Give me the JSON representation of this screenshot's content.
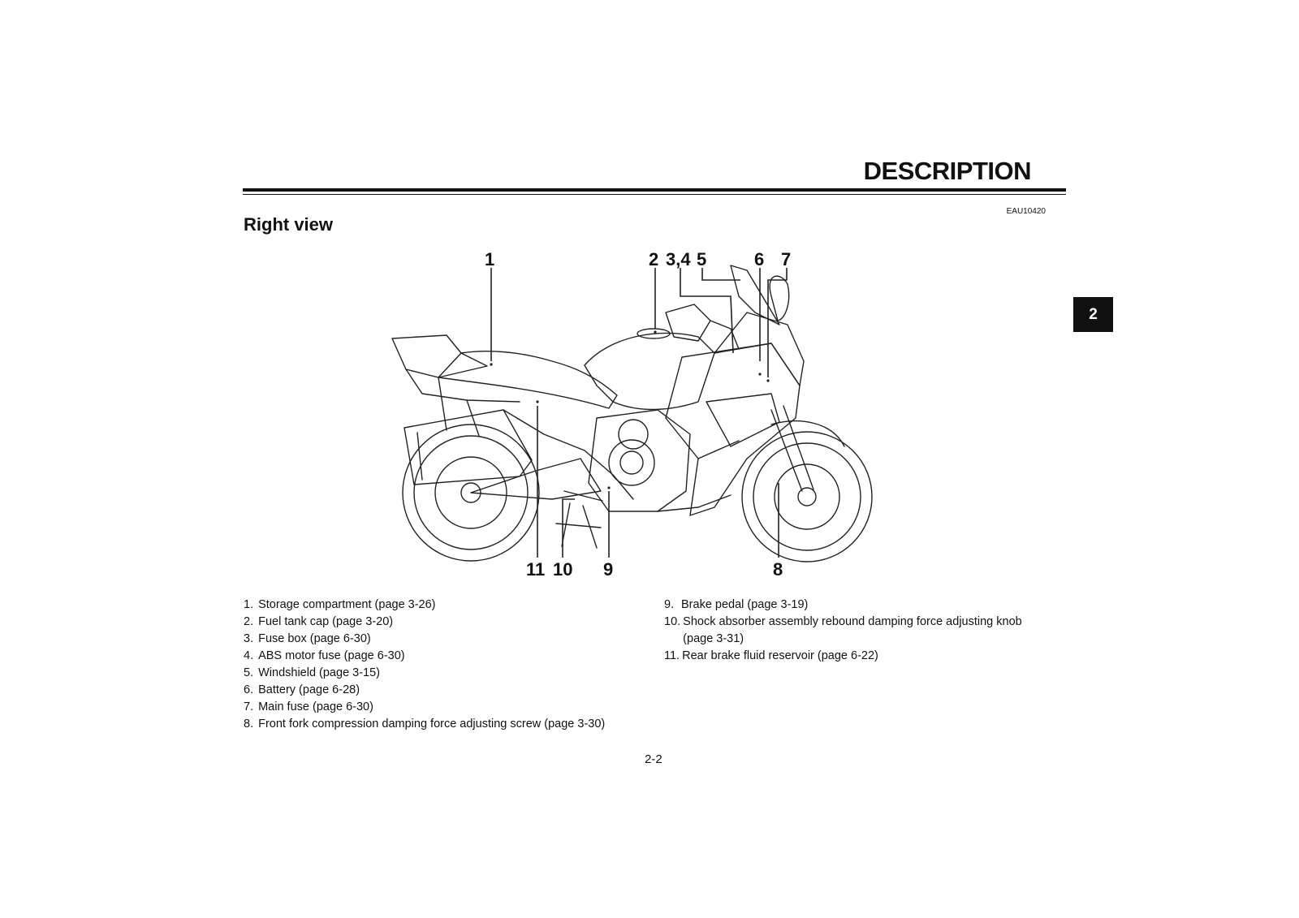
{
  "header": {
    "section_title": "DESCRIPTION",
    "code": "EAU10420"
  },
  "page": {
    "view_title": "Right view",
    "chapter_tab": "2",
    "page_number": "2-2"
  },
  "diagram": {
    "callouts": {
      "c1": "1",
      "c2": "2",
      "c3": "3,4",
      "c5": "5",
      "c6": "6",
      "c7": "7",
      "c11": "11",
      "c10": "10",
      "c9": "9",
      "c8": "8"
    }
  },
  "legend": {
    "left": [
      {
        "num": "1.",
        "text": "Storage compartment (page 3-26)"
      },
      {
        "num": "2.",
        "text": "Fuel tank cap (page 3-20)"
      },
      {
        "num": "3.",
        "text": "Fuse box (page 6-30)"
      },
      {
        "num": "4.",
        "text": "ABS motor fuse (page 6-30)"
      },
      {
        "num": "5.",
        "text": "Windshield (page 3-15)"
      },
      {
        "num": "6.",
        "text": "Battery (page 6-28)"
      },
      {
        "num": "7.",
        "text": "Main fuse (page 6-30)"
      },
      {
        "num": "8.",
        "text": "Front fork compression damping force adjusting screw (page 3-30)"
      }
    ],
    "right": [
      {
        "num": "9.",
        "text": "Brake pedal (page 3-19)"
      },
      {
        "num": "10.",
        "text": "Shock absorber assembly rebound damping force adjusting knob (page 3-31)"
      },
      {
        "num": "11.",
        "text": "Rear brake fluid reservoir (page 6-22)"
      }
    ]
  }
}
